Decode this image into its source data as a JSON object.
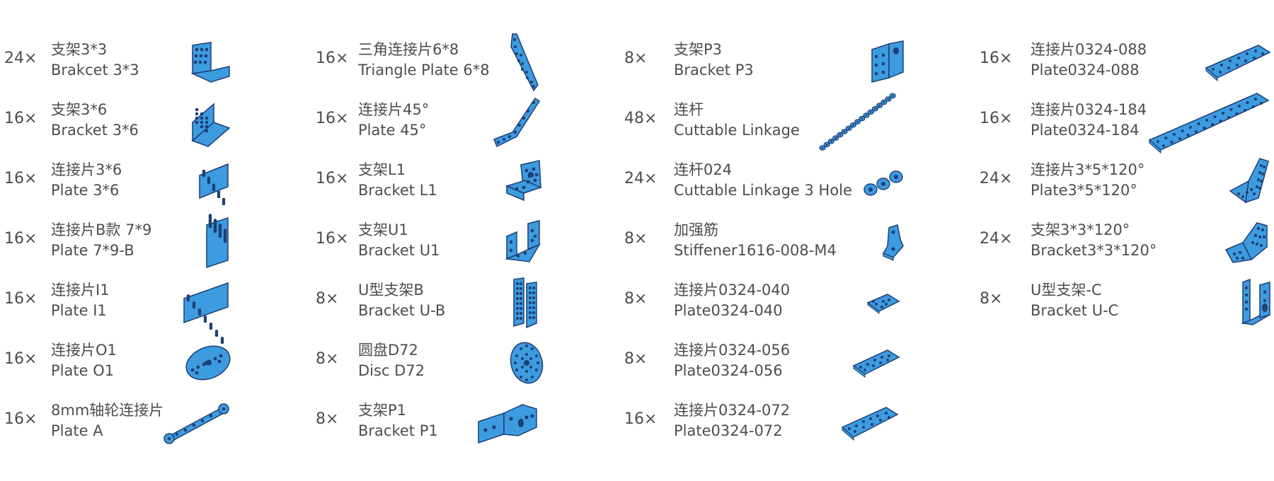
{
  "colors": {
    "part_fill": "#3d9be0",
    "part_edge": "#1d3f73",
    "hole": "#1d3f73",
    "text": "#4d4d4d"
  },
  "parts": [
    {
      "qty": "24×",
      "cn": "支架3*3",
      "en": "Brakcet 3*3",
      "icon": "bracket-3x3-icon"
    },
    {
      "qty": "16×",
      "cn": "支架3*6",
      "en": "Bracket 3*6",
      "icon": "bracket-3x6-icon"
    },
    {
      "qty": "16×",
      "cn": "连接片3*6",
      "en": "Plate 3*6",
      "icon": "plate-3x6-icon"
    },
    {
      "qty": "16×",
      "cn": "连接片B款 7*9",
      "en": "Plate 7*9-B",
      "icon": "plate-7x9-icon"
    },
    {
      "qty": "16×",
      "cn": "连接片I1",
      "en": "Plate I1",
      "icon": "plate-i1-icon"
    },
    {
      "qty": "16×",
      "cn": "连接片O1",
      "en": "Plate O1",
      "icon": "plate-o1-icon"
    },
    {
      "qty": "16×",
      "cn": "8mm轴轮连接片",
      "en": "Plate A",
      "icon": "plate-a-icon"
    },
    {
      "qty": "16×",
      "cn": "三角连接片6*8",
      "en": "Triangle Plate 6*8",
      "icon": "triangle-plate-icon"
    },
    {
      "qty": "16×",
      "cn": "连接片45°",
      "en": "Plate 45°",
      "icon": "plate-45-icon"
    },
    {
      "qty": "16×",
      "cn": "支架L1",
      "en": "Bracket L1",
      "icon": "bracket-l1-icon"
    },
    {
      "qty": "16×",
      "cn": "支架U1",
      "en": "Bracket U1",
      "icon": "bracket-u1-icon"
    },
    {
      "qty": "8×",
      "cn": "U型支架B",
      "en": "Bracket U-B",
      "icon": "bracket-u-b-icon"
    },
    {
      "qty": "8×",
      "cn": "圆盘D72",
      "en": "Disc D72",
      "icon": "disc-d72-icon"
    },
    {
      "qty": "8×",
      "cn": "支架P1",
      "en": "Bracket P1",
      "icon": "bracket-p1-icon"
    },
    {
      "qty": "8×",
      "cn": "支架P3",
      "en": "Bracket P3",
      "icon": "bracket-p3-icon"
    },
    {
      "qty": "48×",
      "cn": "连杆",
      "en": "Cuttable Linkage",
      "icon": "cuttable-linkage-icon"
    },
    {
      "qty": "24×",
      "cn": "连杆024",
      "en": "Cuttable Linkage 3 Hole",
      "icon": "linkage-3-hole-icon"
    },
    {
      "qty": "8×",
      "cn": "加强筋",
      "en": "Stiffener1616-008-M4",
      "icon": "stiffener-icon"
    },
    {
      "qty": "8×",
      "cn": "连接片0324-040",
      "en": "Plate0324-040",
      "icon": "plate-0324-040-icon"
    },
    {
      "qty": "8×",
      "cn": "连接片0324-056",
      "en": "Plate0324-056",
      "icon": "plate-0324-056-icon"
    },
    {
      "qty": "16×",
      "cn": "连接片0324-072",
      "en": "Plate0324-072",
      "icon": "plate-0324-072-icon"
    },
    {
      "qty": "16×",
      "cn": "连接片0324-088",
      "en": "Plate0324-088",
      "icon": "plate-0324-088-icon"
    },
    {
      "qty": "16×",
      "cn": "连接片0324-184",
      "en": "Plate0324-184",
      "icon": "plate-0324-184-icon"
    },
    {
      "qty": "24×",
      "cn": "连接片3*5*120°",
      "en": "Plate3*5*120°",
      "icon": "plate-3x5-120-icon"
    },
    {
      "qty": "24×",
      "cn": "支架3*3*120°",
      "en": "Bracket3*3*120°",
      "icon": "bracket-3x3-120-icon"
    },
    {
      "qty": "8×",
      "cn": "U型支架-C",
      "en": "Bracket U-C",
      "icon": "bracket-u-c-icon"
    }
  ]
}
